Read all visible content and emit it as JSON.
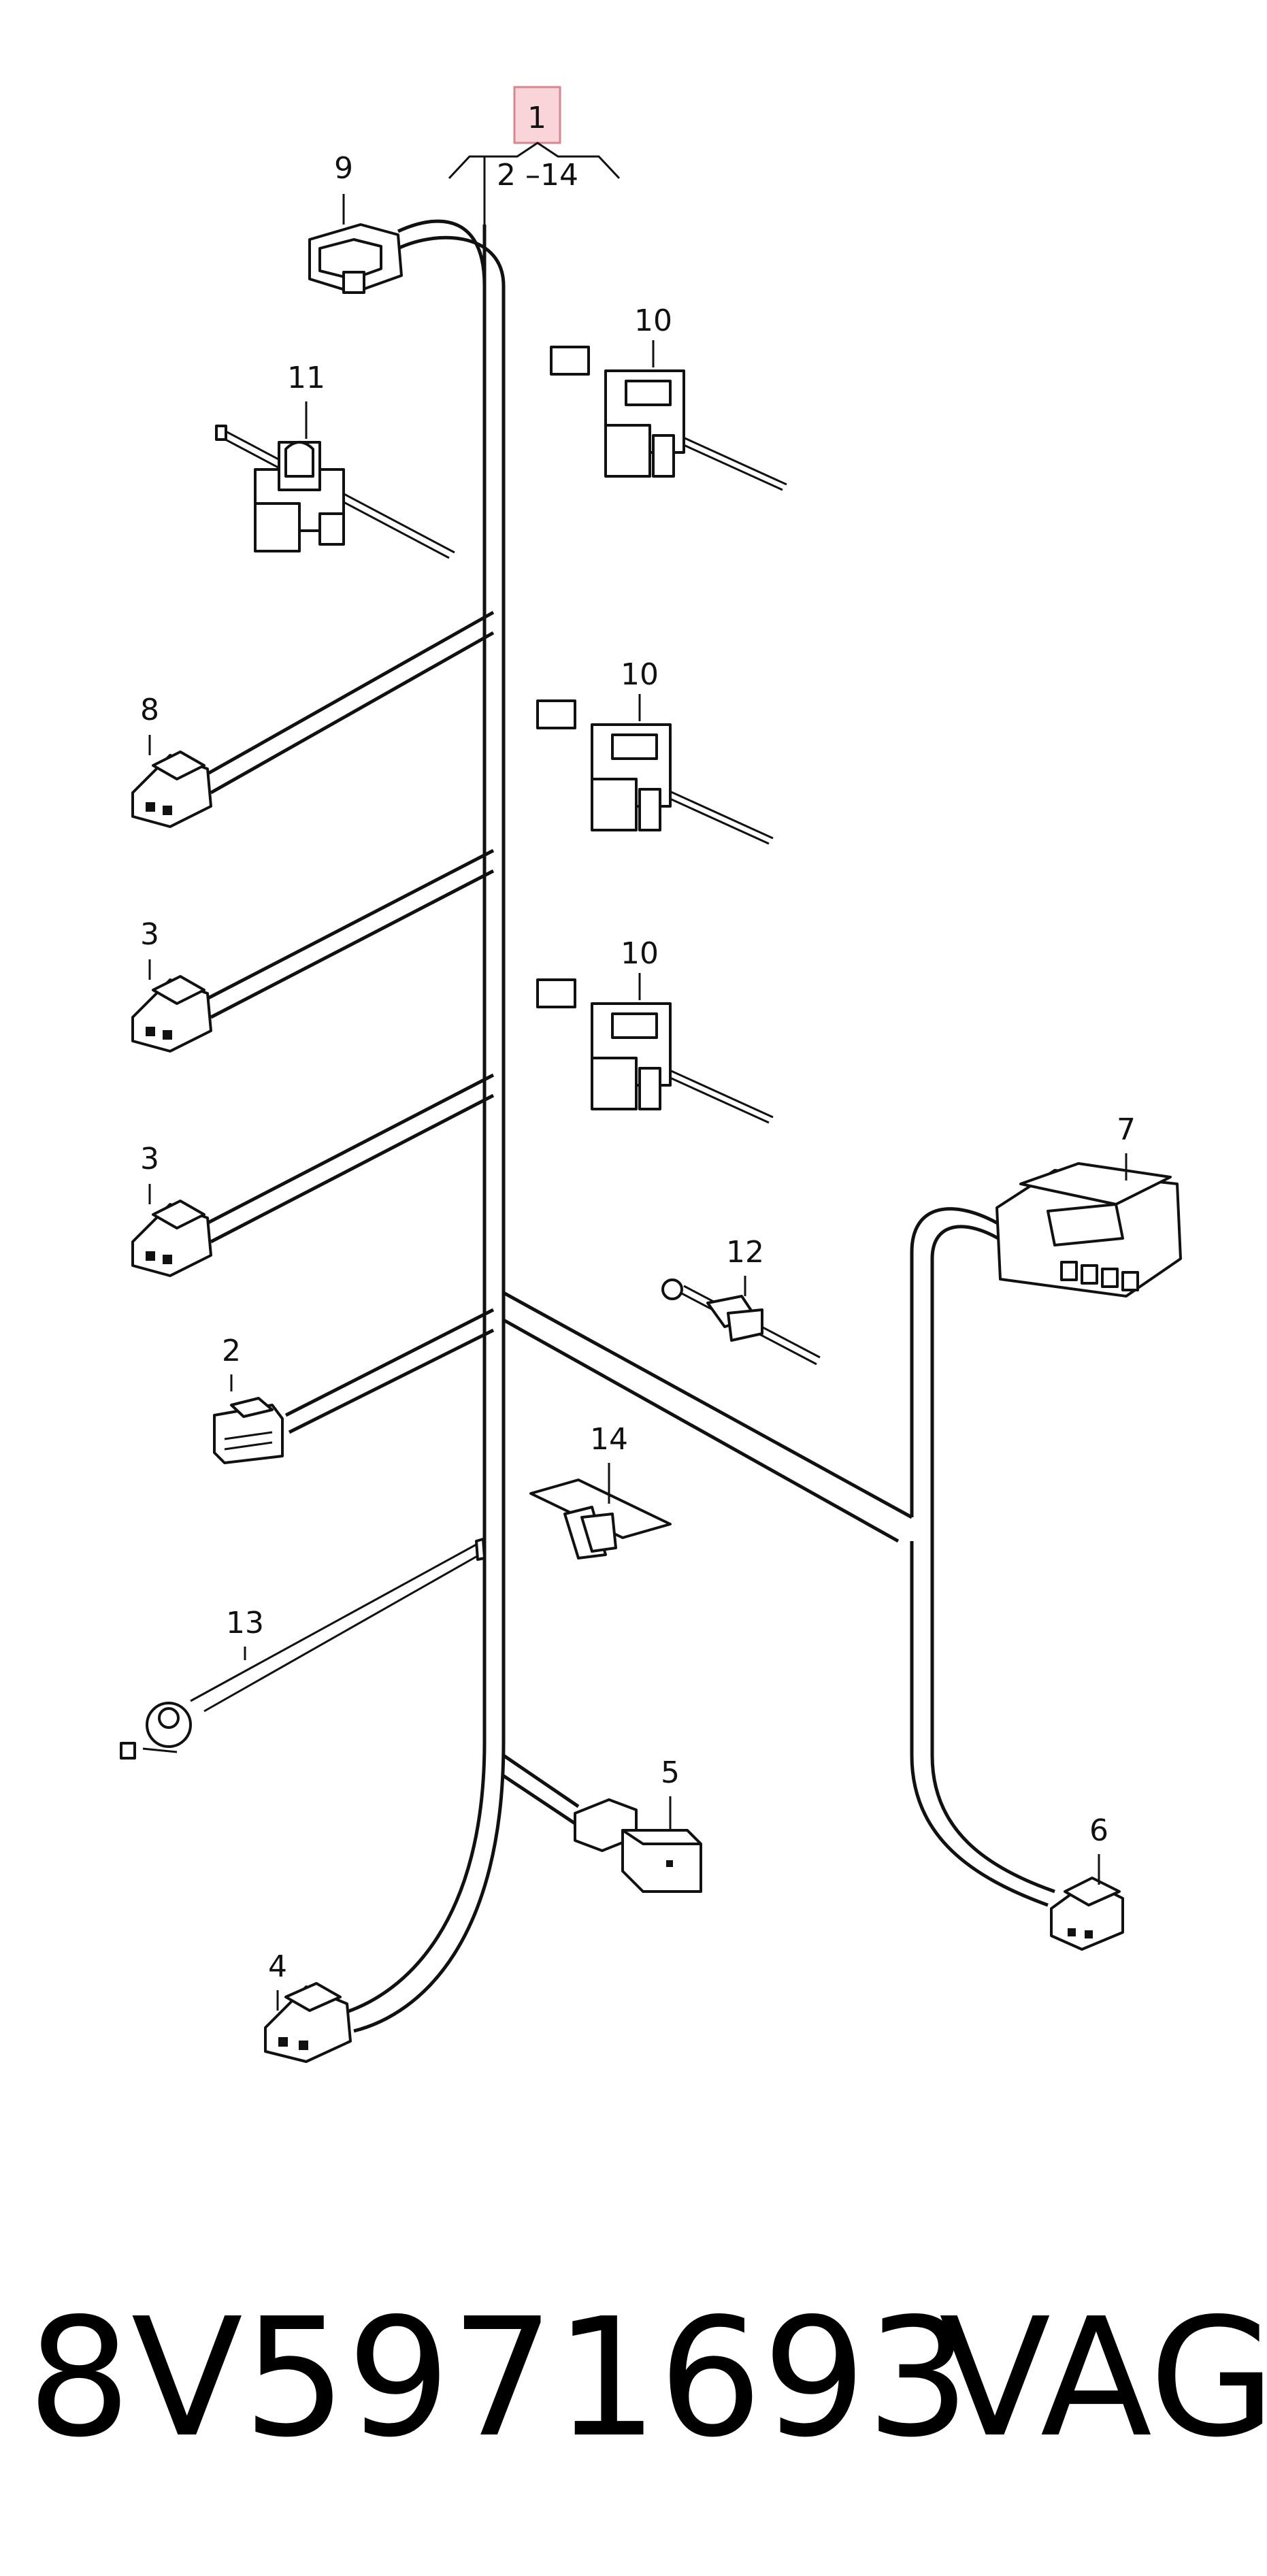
{
  "diagram": {
    "callouts": {
      "main": "1",
      "range": "2 –14",
      "c2": "2",
      "c3a": "3",
      "c3b": "3",
      "c4": "4",
      "c5": "5",
      "c6": "6",
      "c7": "7",
      "c8": "8",
      "c9": "9",
      "c10a": "10",
      "c10b": "10",
      "c10c": "10",
      "c11": "11",
      "c12": "12",
      "c13": "13",
      "c14": "14"
    },
    "main_callout_color": "#f9d4d8",
    "main_callout_border": "#d9868f"
  },
  "footer": {
    "part_number": "8V5971693",
    "brand": "VAG"
  }
}
